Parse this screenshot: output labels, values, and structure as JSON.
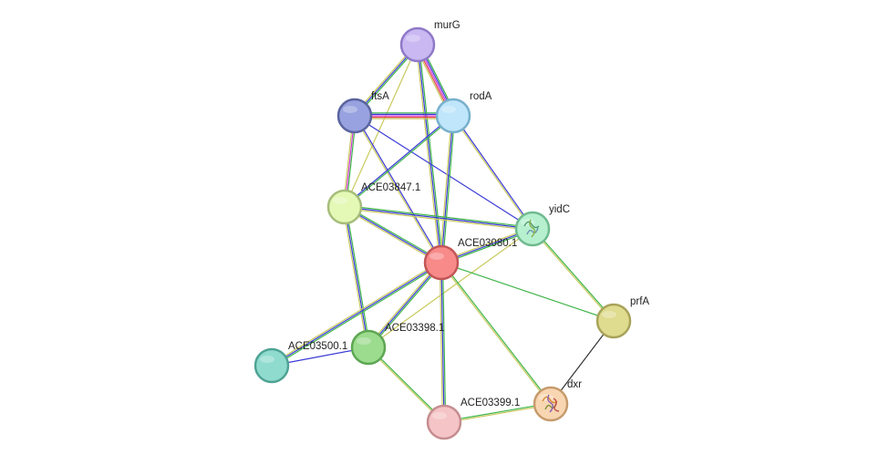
{
  "network": {
    "nodes": [
      {
        "id": "murG",
        "label": "murG",
        "color": "#c9b8f2",
        "stroke": "#8f79c8",
        "icon": "none"
      },
      {
        "id": "ftsA",
        "label": "ftsA",
        "color": "#98a2e0",
        "stroke": "#5a649e",
        "icon": "none"
      },
      {
        "id": "rodA",
        "label": "rodA",
        "color": "#bfe6fb",
        "stroke": "#78b0cc",
        "icon": "none"
      },
      {
        "id": "ACE03847",
        "label": "ACE03847.1",
        "color": "#e4f9b6",
        "stroke": "#a6bd7a",
        "icon": "none"
      },
      {
        "id": "yidC",
        "label": "yidC",
        "color": "#b6f0cf",
        "stroke": "#6fba8e",
        "icon": "protein-structure-icon"
      },
      {
        "id": "ACE03080",
        "label": "ACE03080.1",
        "color": "#f88a8a",
        "stroke": "#c25656",
        "icon": "none"
      },
      {
        "id": "prfA",
        "label": "prfA",
        "color": "#dfdb8f",
        "stroke": "#a8a35a",
        "icon": "none"
      },
      {
        "id": "ACE03398",
        "label": "ACE03398.1",
        "color": "#9cdc8e",
        "stroke": "#5ea653",
        "icon": "none"
      },
      {
        "id": "ACE03500",
        "label": "ACE03500.1",
        "color": "#8fdccf",
        "stroke": "#4fa395",
        "icon": "none"
      },
      {
        "id": "ACE03399",
        "label": "ACE03399.1",
        "color": "#f5c4c6",
        "stroke": "#c58d90",
        "icon": "none"
      },
      {
        "id": "dxr",
        "label": "dxr",
        "color": "#f9d6b2",
        "stroke": "#c69b6d",
        "icon": "protein-structure-icon"
      }
    ],
    "edges": [
      {
        "source": "murG",
        "target": "ftsA",
        "evidence": [
          "#3fb54a",
          "#3a3ad8",
          "#c9c95e"
        ]
      },
      {
        "source": "murG",
        "target": "rodA",
        "evidence": [
          "#3fb54a",
          "#3a3ad8",
          "#d03ad8",
          "#e14444",
          "#c9c95e"
        ]
      },
      {
        "source": "murG",
        "target": "ACE03080",
        "evidence": [
          "#3fb54a",
          "#3a3ad8",
          "#c9c95e"
        ]
      },
      {
        "source": "murG",
        "target": "ACE03847",
        "evidence": [
          "#c9c95e"
        ]
      },
      {
        "source": "ftsA",
        "target": "rodA",
        "evidence": [
          "#3fb54a",
          "#3a3ad8",
          "#d03ad8",
          "#e14444",
          "#c9c95e"
        ]
      },
      {
        "source": "ftsA",
        "target": "ACE03847",
        "evidence": [
          "#3fb54a",
          "#d03ad8",
          "#c9c95e"
        ]
      },
      {
        "source": "ftsA",
        "target": "ACE03080",
        "evidence": [
          "#3a3ad8",
          "#c9c95e"
        ]
      },
      {
        "source": "ftsA",
        "target": "yidC",
        "evidence": [
          "#3a3ad8"
        ]
      },
      {
        "source": "rodA",
        "target": "ACE03847",
        "evidence": [
          "#3fb54a",
          "#3a3ad8"
        ]
      },
      {
        "source": "rodA",
        "target": "ACE03080",
        "evidence": [
          "#3fb54a",
          "#3a3ad8",
          "#c9c95e"
        ]
      },
      {
        "source": "rodA",
        "target": "yidC",
        "evidence": [
          "#3a3ad8",
          "#c9c95e"
        ]
      },
      {
        "source": "ACE03847",
        "target": "yidC",
        "evidence": [
          "#3fb54a",
          "#3a3ad8",
          "#c9c95e"
        ]
      },
      {
        "source": "ACE03847",
        "target": "ACE03080",
        "evidence": [
          "#3fb54a",
          "#3a3ad8",
          "#c9c95e"
        ]
      },
      {
        "source": "ACE03847",
        "target": "ACE03398",
        "evidence": [
          "#3fb54a",
          "#3a3ad8",
          "#c9c95e"
        ]
      },
      {
        "source": "yidC",
        "target": "ACE03080",
        "evidence": [
          "#3fb54a",
          "#3a3ad8",
          "#c9c95e"
        ]
      },
      {
        "source": "yidC",
        "target": "prfA",
        "evidence": [
          "#3fb54a",
          "#c9c95e"
        ]
      },
      {
        "source": "yidC",
        "target": "ACE03398",
        "evidence": [
          "#c9c95e"
        ]
      },
      {
        "source": "ACE03080",
        "target": "prfA",
        "evidence": [
          "#3fb54a"
        ]
      },
      {
        "source": "ACE03080",
        "target": "ACE03398",
        "evidence": [
          "#3fb54a",
          "#3a3ad8",
          "#c9c95e"
        ]
      },
      {
        "source": "ACE03080",
        "target": "ACE03500",
        "evidence": [
          "#3fb54a",
          "#3a3ad8",
          "#c9c95e"
        ]
      },
      {
        "source": "ACE03080",
        "target": "ACE03399",
        "evidence": [
          "#3fb54a",
          "#3a3ad8",
          "#c9c95e"
        ]
      },
      {
        "source": "ACE03080",
        "target": "dxr",
        "evidence": [
          "#3fb54a",
          "#c9c95e"
        ]
      },
      {
        "source": "ACE03398",
        "target": "ACE03500",
        "evidence": [
          "#3a3ad8"
        ]
      },
      {
        "source": "ACE03398",
        "target": "ACE03399",
        "evidence": [
          "#3fb54a",
          "#c9c95e"
        ]
      },
      {
        "source": "ACE03399",
        "target": "dxr",
        "evidence": [
          "#3fb54a",
          "#c9c95e"
        ]
      },
      {
        "source": "prfA",
        "target": "dxr",
        "evidence": [
          "#333333"
        ]
      }
    ]
  }
}
